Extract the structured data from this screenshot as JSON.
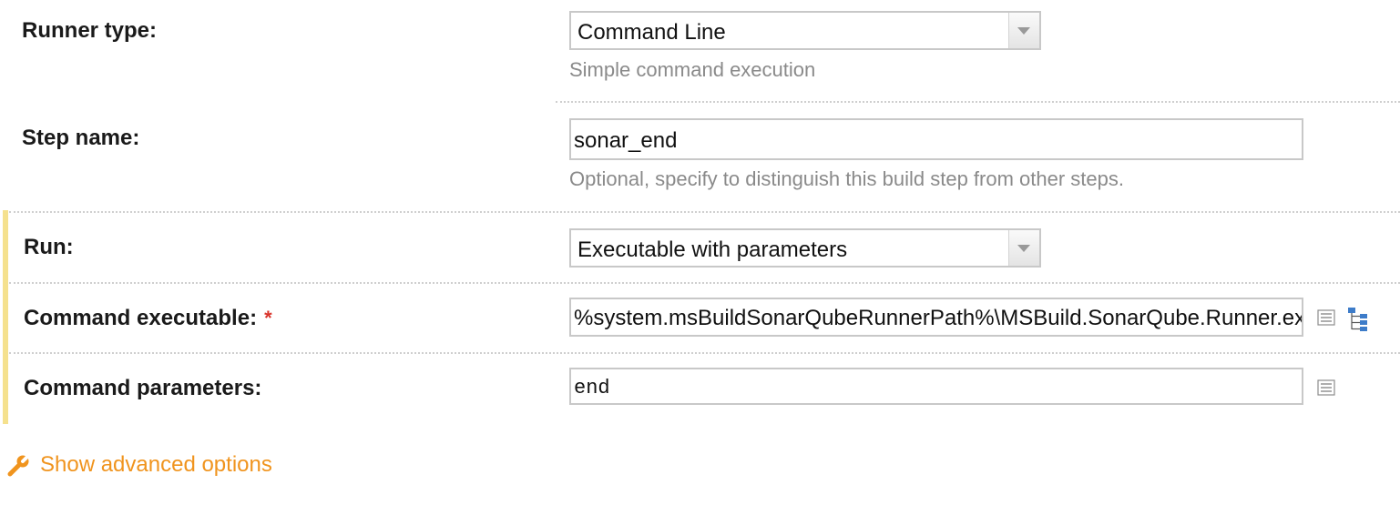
{
  "runner_type": {
    "label": "Runner type:",
    "value": "Command Line",
    "hint": "Simple command execution"
  },
  "step_name": {
    "label": "Step name:",
    "value": "sonar_end",
    "hint": "Optional, specify to distinguish this build step from other steps."
  },
  "run": {
    "label": "Run:",
    "value": "Executable with parameters"
  },
  "command_executable": {
    "label": "Command executable:",
    "required_mark": "*",
    "value": "%system.msBuildSonarQubeRunnerPath%\\MSBuild.SonarQube.Runner.exe"
  },
  "command_parameters": {
    "label": "Command parameters:",
    "value": "end"
  },
  "advanced": {
    "label": "Show advanced options"
  },
  "colors": {
    "accent_orange": "#f0941e",
    "required_red": "#d9332a",
    "highlight_yellow": "#f5e18e",
    "hint_gray": "#8a8a8a"
  },
  "icons": {
    "lines": "text-editor-icon",
    "tree": "parameter-tree-icon",
    "wrench": "wrench-icon",
    "dropdown": "chevron-down-icon"
  }
}
